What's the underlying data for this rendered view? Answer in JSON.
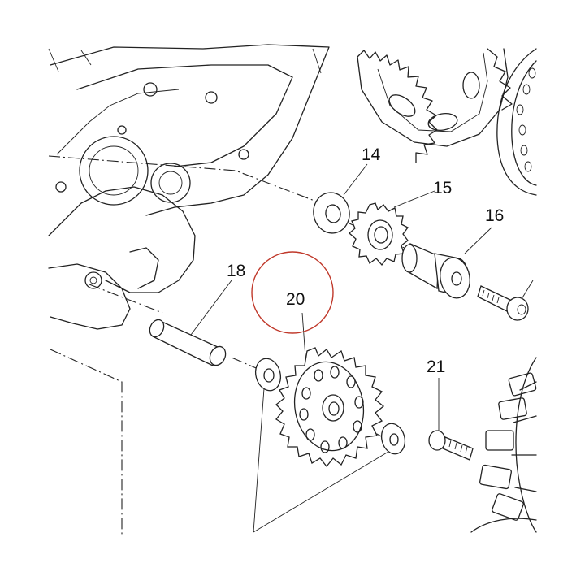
{
  "callouts": {
    "c14": "14",
    "c15": "15",
    "c16": "16",
    "c18": "18",
    "c20": "20",
    "c21": "21"
  },
  "highlight": {
    "color": "#c0392b",
    "target": "c20"
  },
  "colors": {
    "line": "#222222",
    "background": "#ffffff"
  }
}
